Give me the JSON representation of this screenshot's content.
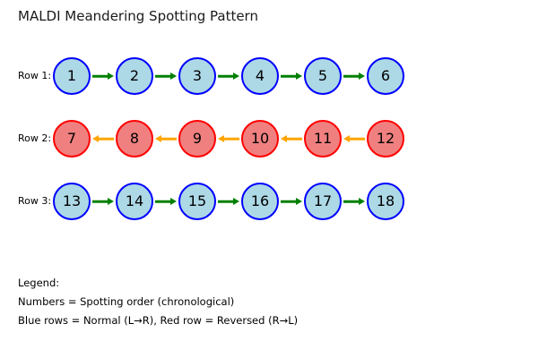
{
  "title": "MALDI Meandering Spotting Pattern",
  "colors": {
    "blue_fill": "#ADD8E6",
    "blue_border": "#0000FF",
    "red_fill": "#F08080",
    "red_border": "#FF0000",
    "arrow_forward": "#008000",
    "arrow_reverse": "#FFA500",
    "text": "#000000"
  },
  "rows": [
    {
      "label": "Row 1:",
      "style": "blue",
      "direction": "right",
      "numbers": [
        "1",
        "2",
        "3",
        "4",
        "5",
        "6"
      ]
    },
    {
      "label": "Row 2:",
      "style": "red",
      "direction": "left",
      "numbers": [
        "7",
        "8",
        "9",
        "10",
        "11",
        "12"
      ]
    },
    {
      "label": "Row 3:",
      "style": "blue",
      "direction": "right",
      "numbers": [
        "13",
        "14",
        "15",
        "16",
        "17",
        "18"
      ]
    }
  ],
  "legend": {
    "heading": "Legend:",
    "numbers_line": "Numbers = Spotting order (chronological)",
    "colors_line": "Blue rows = Normal (L→R), Red row = Reversed (R→L)"
  }
}
